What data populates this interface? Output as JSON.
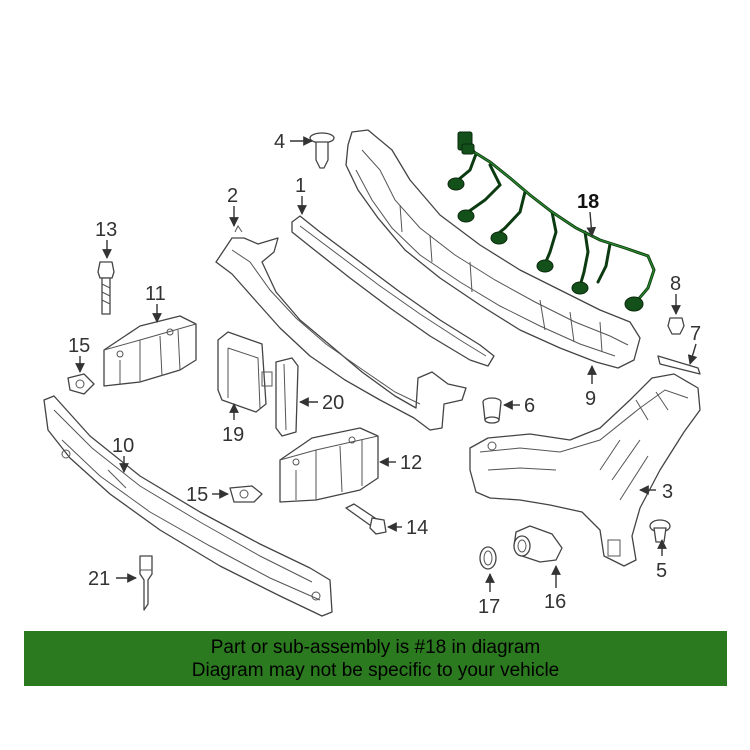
{
  "banner": {
    "line1": "Part or sub-assembly is #18 in diagram",
    "line2": "Diagram may not be specific to your vehicle"
  },
  "highlighted_part": "18",
  "colors": {
    "banner_bg": "#2b7a1f",
    "harness": "#0c3b11",
    "line_art": "#444444"
  },
  "callouts": {
    "c1": "1",
    "c2": "2",
    "c3": "3",
    "c4": "4",
    "c5": "5",
    "c6": "6",
    "c7": "7",
    "c8": "8",
    "c9": "9",
    "c10": "10",
    "c11": "11",
    "c12": "12",
    "c13": "13",
    "c14": "14",
    "c15a": "15",
    "c15b": "15",
    "c16": "16",
    "c17": "17",
    "c18": "18",
    "c19": "19",
    "c20": "20",
    "c21": "21"
  }
}
